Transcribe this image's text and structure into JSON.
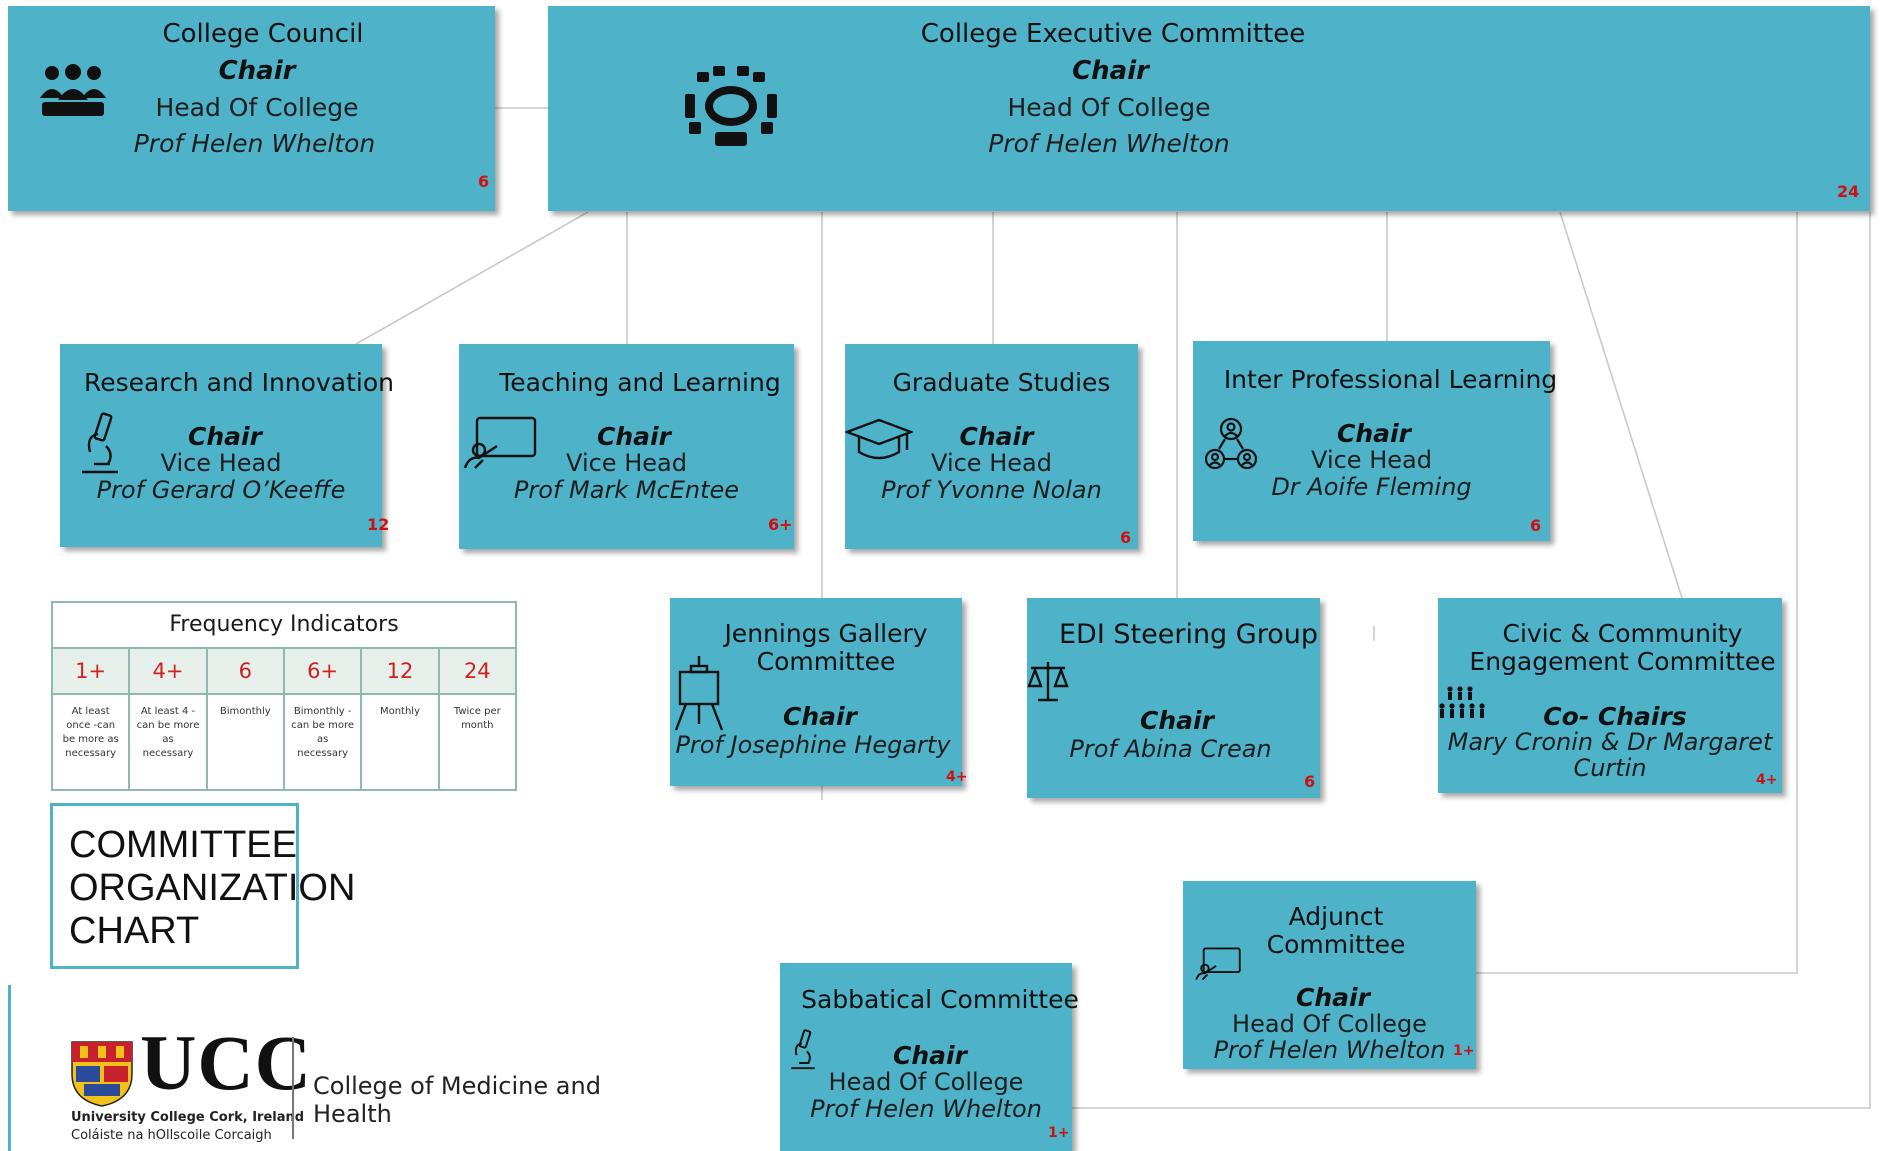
{
  "colors": {
    "box_fill": "#4eb3c8",
    "frequency_text": "#d01010",
    "connector": "#c9c9c9",
    "legend_border": "#8fb9b0"
  },
  "boxes": {
    "council": {
      "title": "College Council",
      "role": "Chair",
      "position": "Head Of College",
      "person": "Prof Helen Whelton",
      "frequency": "6",
      "icon": "people-group-icon"
    },
    "executive": {
      "title": "College Executive Committee",
      "role": "Chair",
      "position": "Head Of College",
      "person": "Prof Helen Whelton",
      "frequency": "24",
      "icon": "meeting-table-icon"
    },
    "research": {
      "title": "Research and Innovation",
      "role": "Chair",
      "position": "Vice Head",
      "person": "Prof Gerard O’Keeffe",
      "frequency": "12",
      "icon": "microscope-icon"
    },
    "teaching": {
      "title": "Teaching and Learning",
      "role": "Chair",
      "position": "Vice Head",
      "person": "Prof Mark McEntee",
      "frequency": "6+",
      "icon": "teacher-board-icon"
    },
    "graduate": {
      "title": "Graduate Studies",
      "role": "Chair",
      "position": "Vice Head",
      "person": "Prof Yvonne Nolan",
      "frequency": "6",
      "icon": "graduation-cap-icon"
    },
    "interprof": {
      "title": "Inter Professional Learning",
      "role": "Chair",
      "position": "Vice Head",
      "person": "Dr Aoife Fleming",
      "frequency": "6",
      "icon": "people-network-icon"
    },
    "jennings": {
      "title": "Jennings Gallery\nCommittee",
      "role": "Chair",
      "person": "Prof Josephine Hegarty",
      "frequency": "4+",
      "icon": "easel-icon"
    },
    "edi": {
      "title": "EDI Steering Group",
      "role": "Chair",
      "person": "Prof Abina Crean",
      "frequency": "6",
      "icon": "scales-icon"
    },
    "civic": {
      "title": "Civic & Community\nEngagement Committee",
      "role": "Co- Chairs",
      "person": "Mary Cronin & Dr Margaret\nCurtin",
      "frequency": "4+",
      "icon": "community-icon"
    },
    "adjunct": {
      "title": "Adjunct\nCommittee",
      "role": "Chair",
      "position": "Head Of College",
      "person": "Prof Helen Whelton",
      "frequency": "1+",
      "icon": "teacher-board-icon"
    },
    "sabbatical": {
      "title": "Sabbatical Committee",
      "role": "Chair",
      "position": "Head Of College",
      "person": "Prof Helen Whelton",
      "frequency": "1+",
      "icon": "microscope-icon"
    }
  },
  "legend": {
    "title": "Frequency Indicators",
    "columns": [
      {
        "code": "1+",
        "desc": "At least once -can be more as necessary"
      },
      {
        "code": "4+",
        "desc": "At least 4 -can be more as necessary"
      },
      {
        "code": "6",
        "desc": "Bimonthly"
      },
      {
        "code": "6+",
        "desc": "Bimonthly - can be more as necessary"
      },
      {
        "code": "12",
        "desc": "Monthly"
      },
      {
        "code": "24",
        "desc": "Twice per month"
      }
    ]
  },
  "chart_title": "COMMITTEE\nORGANIZATION\nCHART",
  "logo": {
    "wordmark": "UCC",
    "line1": "University College Cork, Ireland",
    "line2": "Coláiste na hOllscoile Corcaigh",
    "college": "College of Medicine and Health"
  }
}
